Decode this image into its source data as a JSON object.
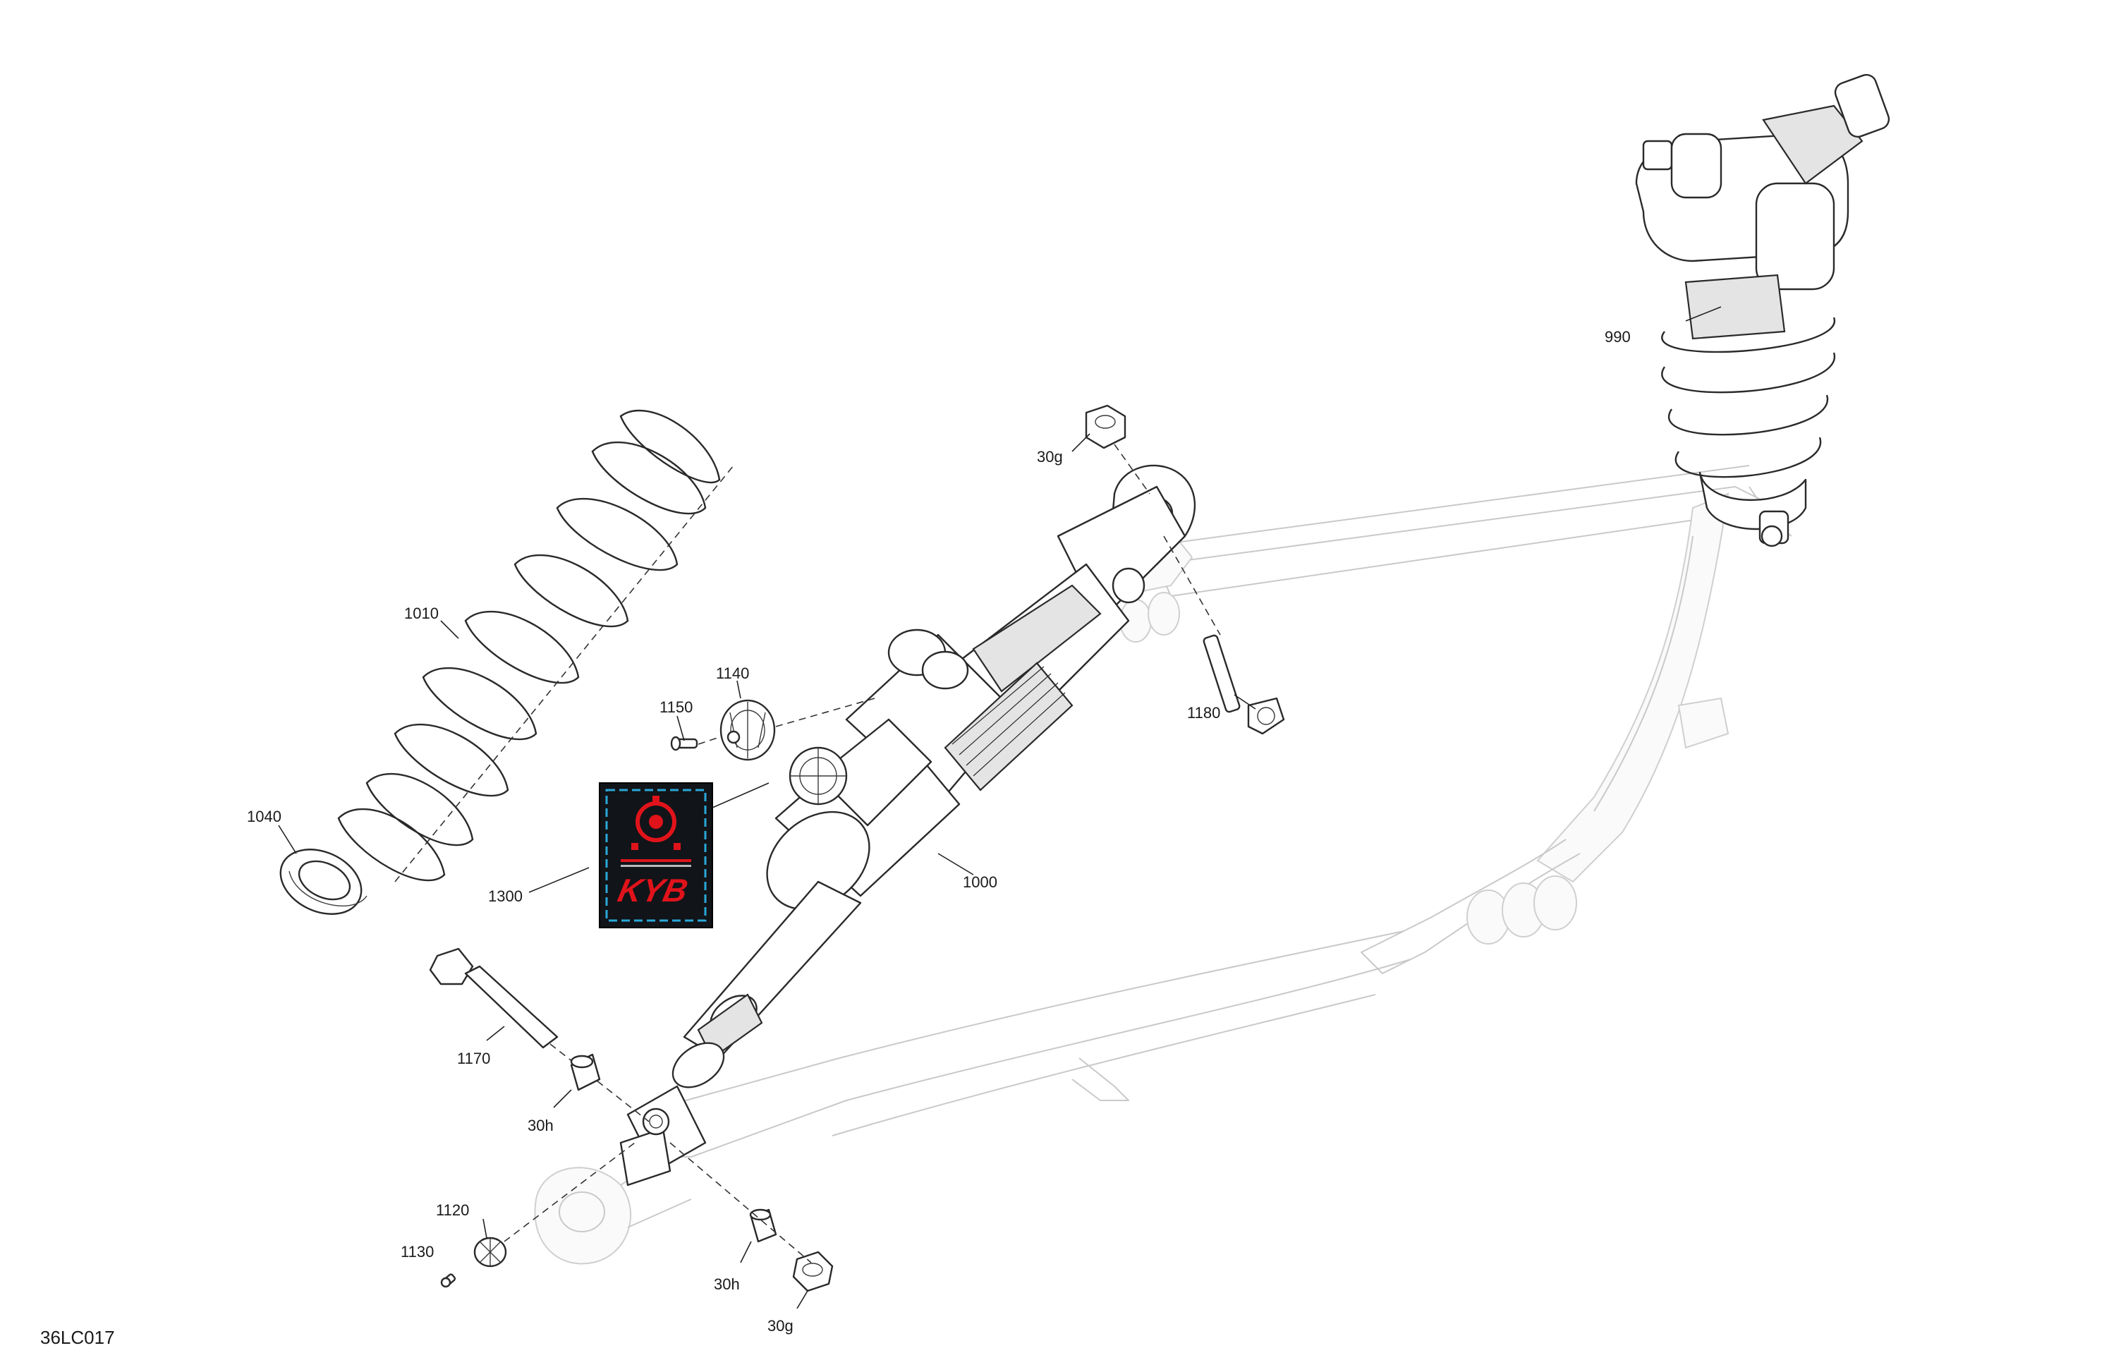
{
  "figure_ref": "36LC017",
  "callouts": {
    "c990": "990",
    "c1010": "1010",
    "c1040": "1040",
    "c1140": "1140",
    "c1150": "1150",
    "c1180": "1180",
    "c1000": "1000",
    "c1300": "1300",
    "c1170": "1170",
    "c1120": "1120",
    "c1130": "1130",
    "c30g_top": "30g",
    "c30g_bottom": "30g",
    "c30h_left": "30h",
    "c30h_right": "30h"
  },
  "decal": {
    "brand_logo_text": "KYB",
    "background_color": "#111418",
    "border_color": "#2aa7d8",
    "accent_color": "#e0131b"
  },
  "colors": {
    "ink": "#2a2a2a",
    "ghost_frame": "#c9c9c9",
    "background": "#ffffff"
  }
}
